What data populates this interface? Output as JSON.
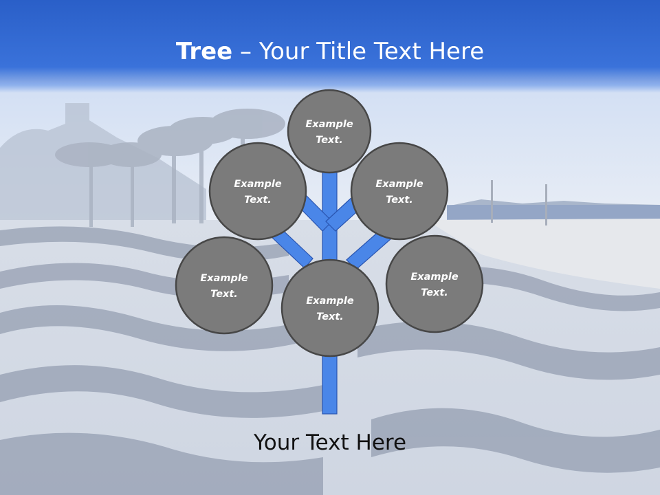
{
  "slide": {
    "title_bold": "Tree",
    "title_dash": " – ",
    "title_rest": "Your Title Text Here",
    "footer": "Your Text Here"
  },
  "nodes": [
    {
      "id": "top",
      "line1": "Example",
      "line2": "Text."
    },
    {
      "id": "upper-left",
      "line1": "Example",
      "line2": "Text."
    },
    {
      "id": "upper-right",
      "line1": "Example",
      "line2": "Text."
    },
    {
      "id": "left",
      "line1": "Example",
      "line2": "Text."
    },
    {
      "id": "center",
      "line1": "Example",
      "line2": "Text."
    },
    {
      "id": "right",
      "line1": "Example",
      "line2": "Text."
    }
  ],
  "colors": {
    "title_bar": "#2f66d0",
    "trunk": "#4a86e8",
    "trunk_outline": "#2a55b0",
    "node_fill": "#7b7b7b",
    "node_stroke": "#474747",
    "node_text": "#ffffff"
  }
}
